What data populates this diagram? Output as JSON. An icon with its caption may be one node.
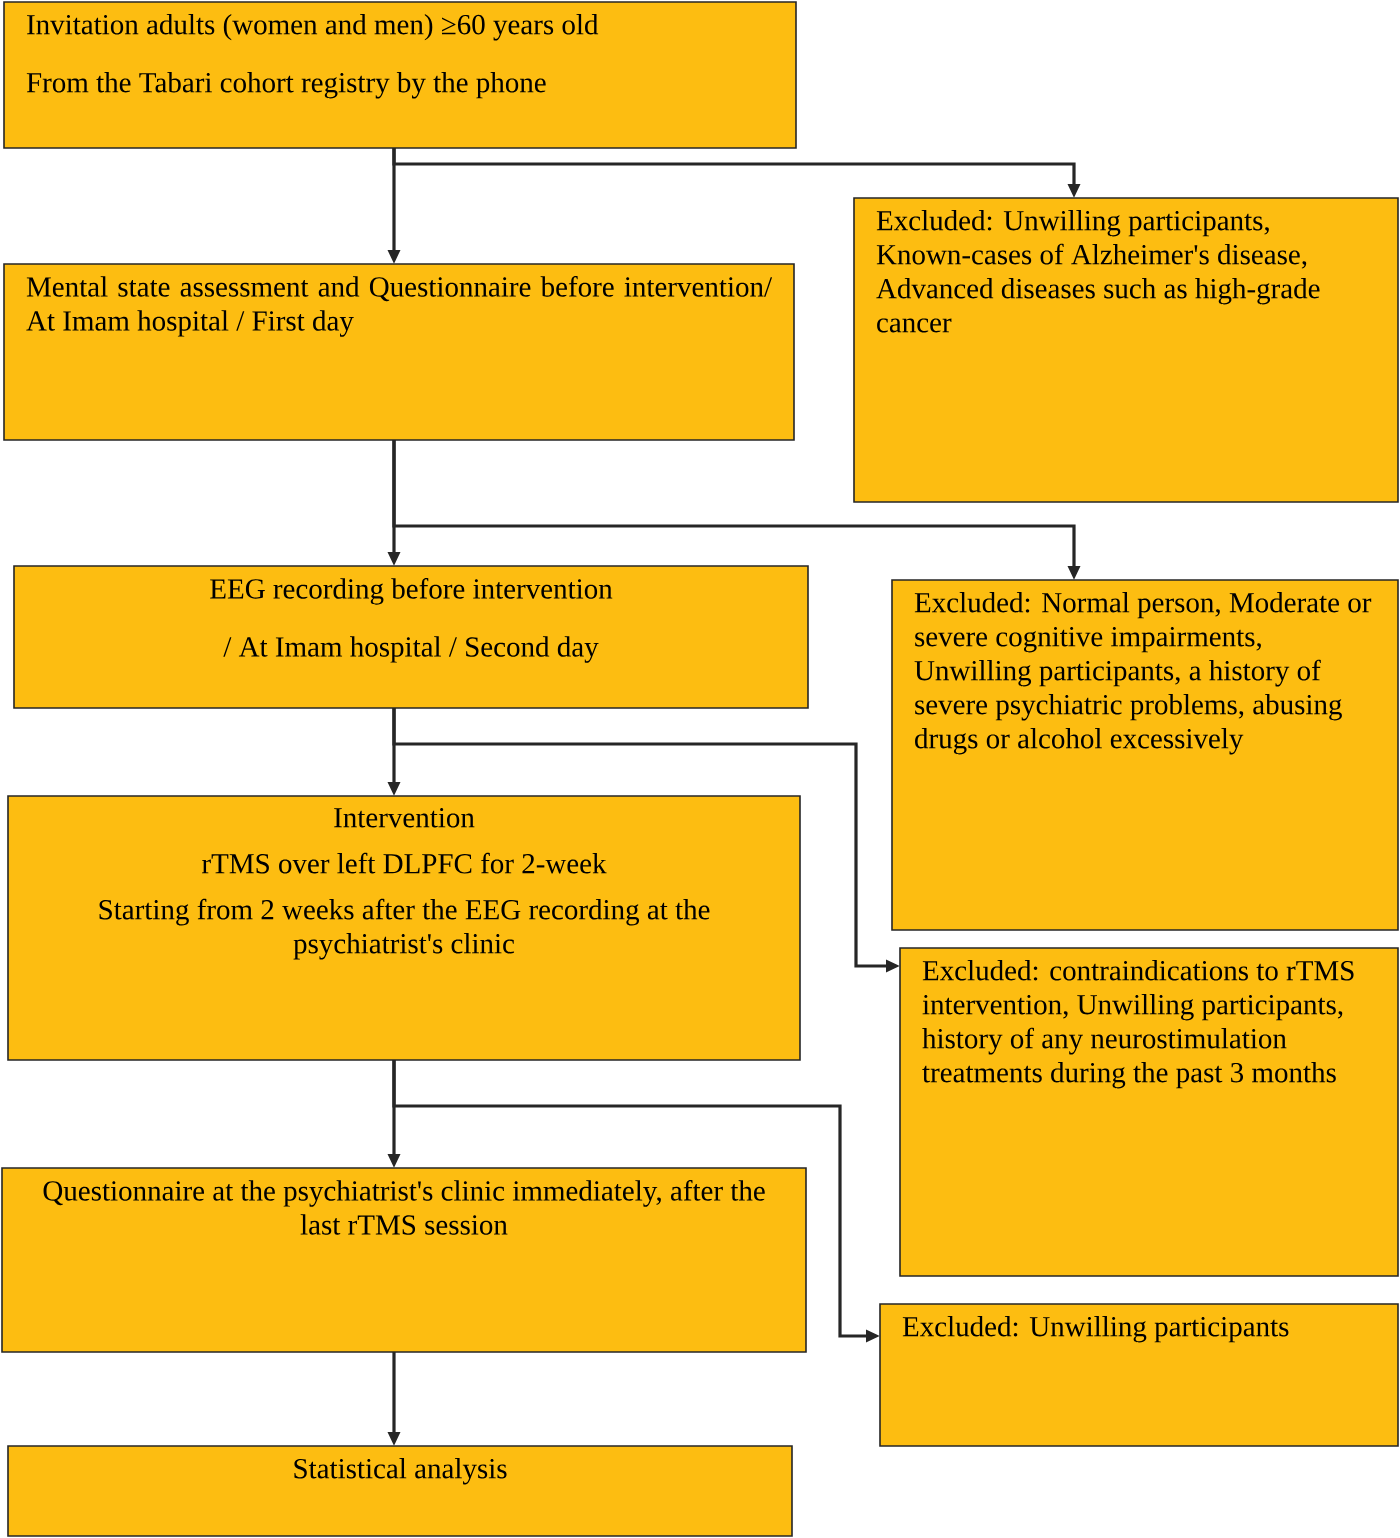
{
  "diagram": {
    "nodes": [
      {
        "text": [
          "Invitation adults (women and men) ≥60 years old",
          "From the Tabari cohort registry by the phone"
        ]
      },
      {
        "text": [
          "Mental state assessment and Questionnaire before intervention/ At Imam hospital / First day"
        ]
      },
      {
        "text": [
          "Excluded: Unwilling participants, Known-cases of Alzheimer's disease, Advanced diseases such as high-grade cancer"
        ]
      },
      {
        "text": [
          "EEG recording before intervention",
          "/ At Imam hospital / Second day"
        ]
      },
      {
        "text": [
          "Excluded: Normal person, Moderate or severe cognitive impairments, Unwilling participants, a history of severe psychiatric problems, abusing drugs or alcohol excessively"
        ]
      },
      {
        "text": [
          "Intervention",
          "rTMS over left DLPFC for 2-week",
          "Starting from 2 weeks after the EEG recording at the psychiatrist's clinic"
        ]
      },
      {
        "text": [
          "Excluded: contraindications to rTMS intervention, Unwilling participants, history of any neurostimulation treatments during the past 3 months"
        ]
      },
      {
        "text": [
          "Questionnaire at the psychiatrist's clinic immediately, after the last rTMS session"
        ]
      },
      {
        "text": [
          "Excluded: Unwilling participants"
        ]
      },
      {
        "text": [
          "Statistical analysis"
        ]
      }
    ],
    "edges": [
      {
        "from": 0,
        "to": 1,
        "arrow": "to"
      },
      {
        "from": 0,
        "to": 2,
        "arrow": "to"
      },
      {
        "from": 1,
        "to": 3,
        "arrow": "to"
      },
      {
        "from": 1,
        "to": 4,
        "arrow": "to"
      },
      {
        "from": 3,
        "to": 5,
        "arrow": "to"
      },
      {
        "from": 3,
        "to": 6,
        "arrow": "to"
      },
      {
        "from": 5,
        "to": 7,
        "arrow": "to"
      },
      {
        "from": 5,
        "to": 8,
        "arrow": "to"
      },
      {
        "from": 7,
        "to": 9,
        "arrow": "to"
      }
    ]
  }
}
